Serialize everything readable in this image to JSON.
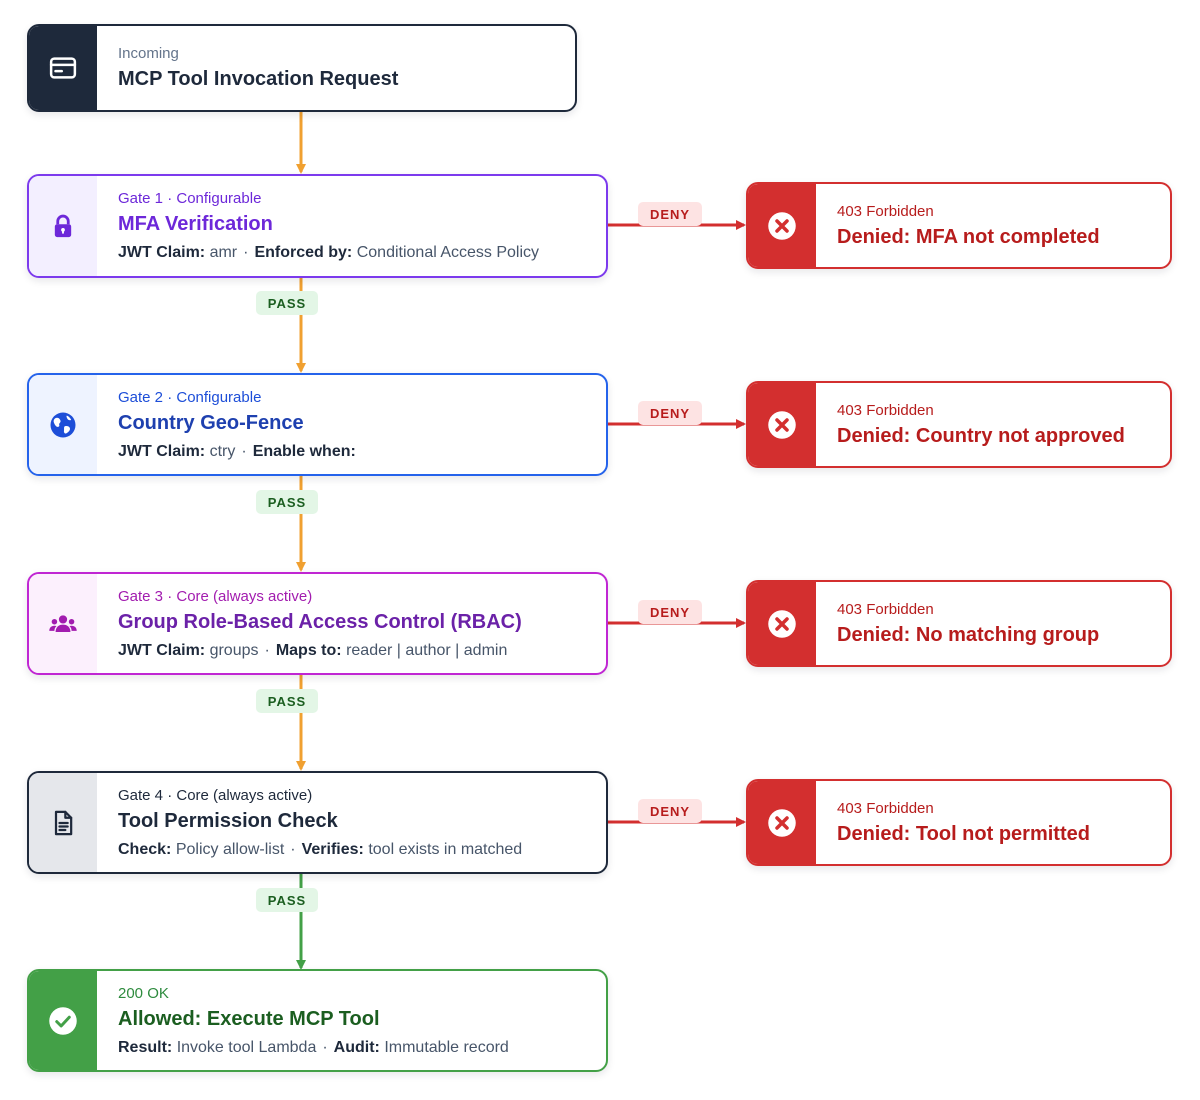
{
  "request": {
    "sub": "Incoming",
    "title": "MCP Tool Invocation Request",
    "icon": "card-icon"
  },
  "gates": [
    {
      "sub": "Gate 1 · Configurable",
      "title": "MFA Verification",
      "meta": [
        {
          "key": "JWT Claim:",
          "val": "amr"
        },
        {
          "key": "Enforced by:",
          "val": "Conditional Access Policy"
        }
      ],
      "icon": "lock-icon",
      "deny_label": "DENY",
      "pass_label": "PASS",
      "denied": {
        "sub": "403 Forbidden",
        "title": "Denied: MFA not completed"
      }
    },
    {
      "sub": "Gate 2 · Configurable",
      "title": "Country Geo-Fence",
      "meta": [
        {
          "key": "JWT Claim:",
          "val": "ctry"
        },
        {
          "key": "Enable when:",
          "val": ""
        }
      ],
      "icon": "globe-icon",
      "deny_label": "DENY",
      "pass_label": "PASS",
      "denied": {
        "sub": "403 Forbidden",
        "title": "Denied: Country not approved"
      }
    },
    {
      "sub": "Gate 3 · Core (always active)",
      "title": "Group Role-Based Access Control (RBAC)",
      "meta": [
        {
          "key": "JWT Claim:",
          "val": "groups"
        },
        {
          "key": "Maps to:",
          "val": "reader | author | admin"
        }
      ],
      "icon": "users-icon",
      "deny_label": "DENY",
      "pass_label": "PASS",
      "denied": {
        "sub": "403 Forbidden",
        "title": "Denied: No matching group"
      }
    },
    {
      "sub": "Gate 4 · Core (always active)",
      "title": "Tool Permission Check",
      "meta": [
        {
          "key": "Check:",
          "val": "Policy allow-list"
        },
        {
          "key": "Verifies:",
          "val": "tool exists in matched"
        }
      ],
      "icon": "document-icon",
      "deny_label": "DENY",
      "pass_label": "PASS",
      "denied": {
        "sub": "403 Forbidden",
        "title": "Denied: Tool not permitted"
      }
    }
  ],
  "allowed": {
    "sub": "200 OK",
    "title": "Allowed: Execute MCP Tool",
    "meta": [
      {
        "key": "Result:",
        "val": "Invoke tool Lambda"
      },
      {
        "key": "Audit:",
        "val": "Immutable record"
      }
    ],
    "icon": "check-circle-icon"
  },
  "colors": {
    "flow_arrow": "#f0a030",
    "pass_arrow": "#43a047",
    "deny_arrow": "#d32f2f"
  }
}
